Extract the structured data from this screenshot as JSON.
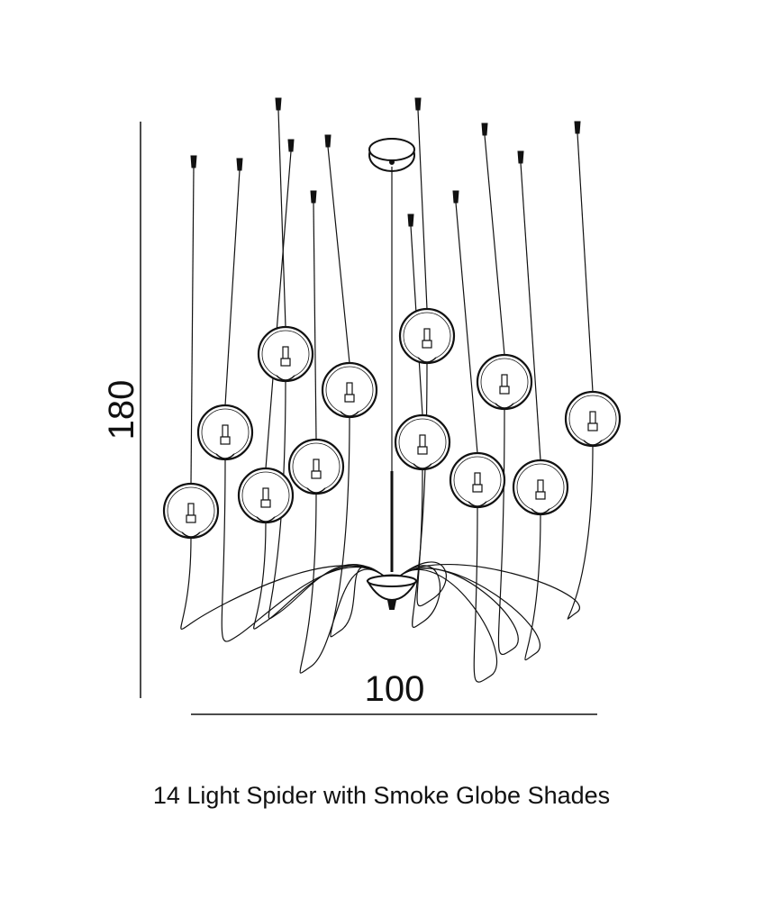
{
  "dimensions": {
    "height_label": "180",
    "width_label": "100"
  },
  "caption": "14 Light Spider with Smoke Globe Shades",
  "product": {
    "light_count": 14,
    "line_color": "#111111",
    "background_color": "#ffffff"
  }
}
